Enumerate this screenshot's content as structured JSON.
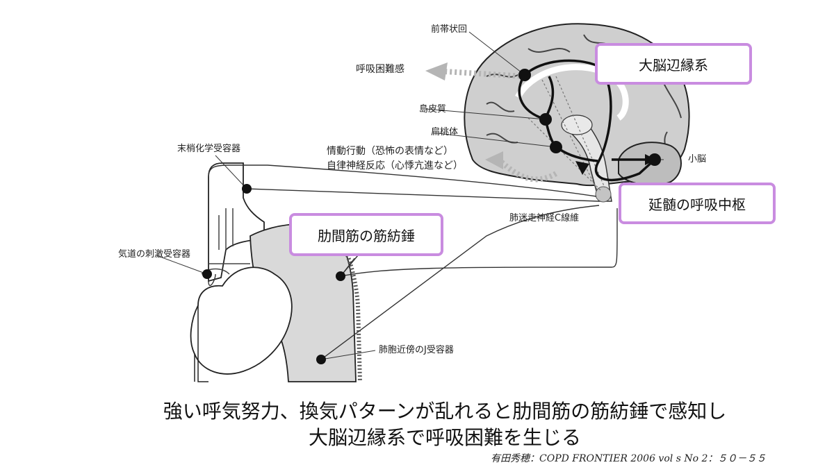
{
  "diagram": {
    "labels": {
      "anterior_cingulate": "前帯状回",
      "dyspnea_sensation": "呼吸困難感",
      "insula": "島皮質",
      "amygdala": "扁桃体",
      "emotional_behavior": "情動行動（恐怖の表情など）",
      "autonomic_reaction": "自律神経反応（心悸亢進など）",
      "peripheral_chemoreceptor": "末梢化学受容器",
      "cerebellum": "小脳",
      "vagal_c_fiber": "肺迷走神経C線維",
      "airway_irritant_receptor": "気道の刺激受容器",
      "juxtapulmonary_j_receptor": "肺胞近傍のJ受容器"
    },
    "highlight_boxes": {
      "limbic_system": "大脳辺縁系",
      "medulla_center": "延髄の呼吸中枢",
      "intercostal_spindle": "肋間筋の筋紡錘"
    },
    "colors": {
      "highlight_border": "#c98ce0",
      "brain_fill": "#cfcfcf",
      "lung_fill": "#d9d9d9",
      "arrow_dotted": "#b5b5b5"
    }
  },
  "caption": {
    "line1": "強い呼気努力、換気パターンが乱れると肋間筋の筋紡錘で感知し",
    "line2": "大脳辺縁系で呼吸困難を生じる"
  },
  "citation": "有田秀穂：COPD FRONTIER 2006 vol s No 2：５０－５５"
}
